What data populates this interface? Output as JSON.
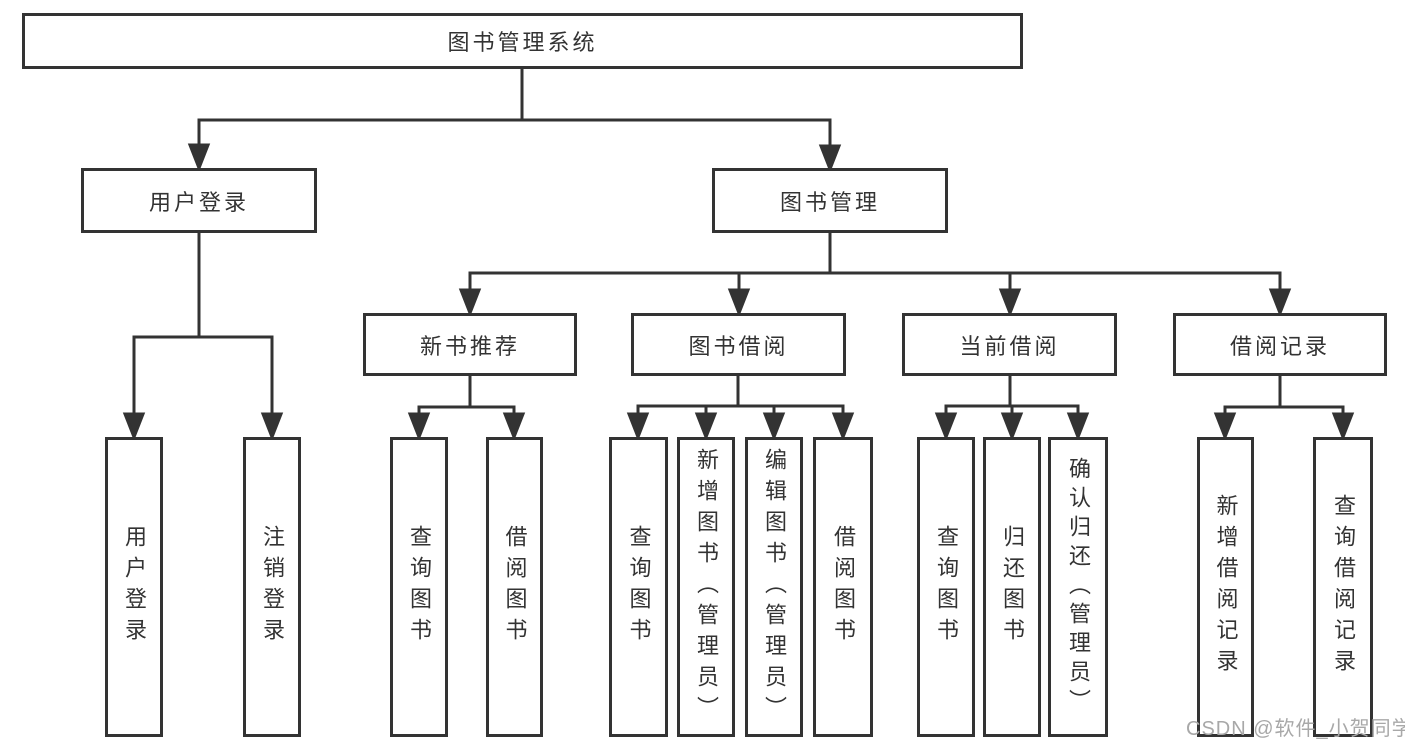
{
  "diagram": {
    "root": "图书管理系统",
    "user_login": {
      "label": "用户登录",
      "children": [
        "用户登录",
        "注销登录"
      ]
    },
    "book_management": {
      "label": "图书管理"
    },
    "new_book_recommend": {
      "label": "新书推荐",
      "children": [
        "查询图书",
        "借阅图书"
      ]
    },
    "book_borrowing": {
      "label": "图书借阅",
      "children": [
        "查询图书",
        "新增图书（管理员）",
        "编辑图书（管理员）",
        "借阅图书"
      ]
    },
    "current_borrowing": {
      "label": "当前借阅",
      "children": [
        "查询图书",
        "归还图书",
        "确认归还（管理员）"
      ]
    },
    "borrowing_records": {
      "label": "借阅记录",
      "children": [
        "新增借阅记录",
        "查询借阅记录"
      ]
    }
  },
  "watermark": "CSDN @软件_小贺同学",
  "colors": {
    "line": "#333333",
    "text": "#333333",
    "box_background": "#ffffff",
    "watermark": "#a8a8a8",
    "background": "#ffffff"
  }
}
